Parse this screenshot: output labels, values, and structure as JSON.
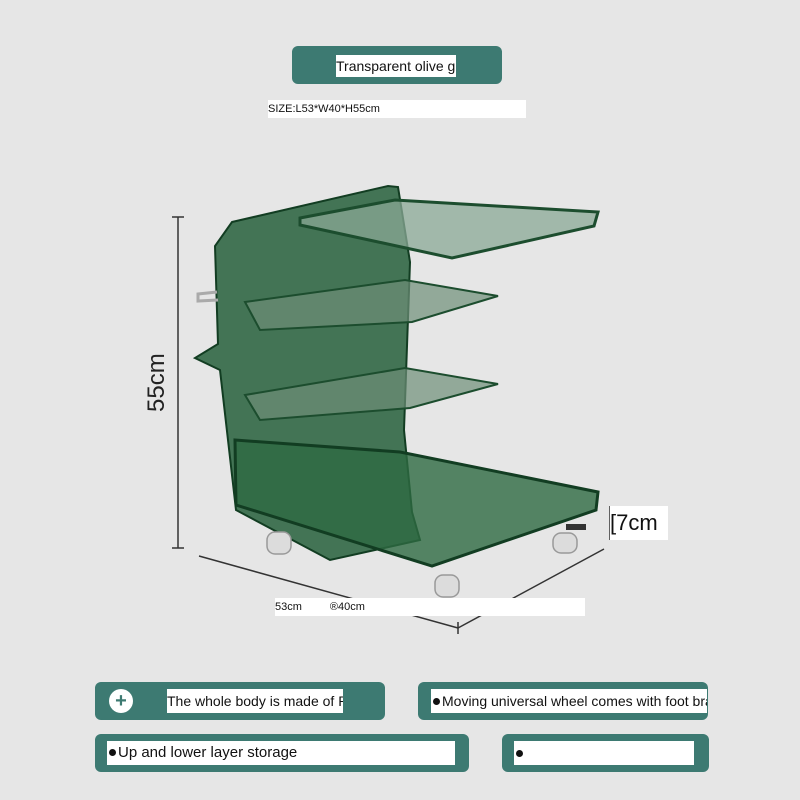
{
  "header": {
    "title": "Transparent olive green",
    "size": "SIZE:L53*W40*H55cm"
  },
  "dimensions": {
    "height": "55cm",
    "wheel_height": "[7cm",
    "length": "53cm",
    "width": "®40cm"
  },
  "features": [
    {
      "label": "The whole body is made of PC",
      "icon": "plus-icon"
    },
    {
      "label": "Moving universal wheel comes with foot brake",
      "icon": "bullet"
    },
    {
      "label": "Up and lower layer storage",
      "icon": "bullet"
    },
    {
      "label": "",
      "icon": "bullet"
    }
  ],
  "colors": {
    "background": "#e6e6e6",
    "accent": "#3d7a72",
    "product": "#1f5a34"
  }
}
